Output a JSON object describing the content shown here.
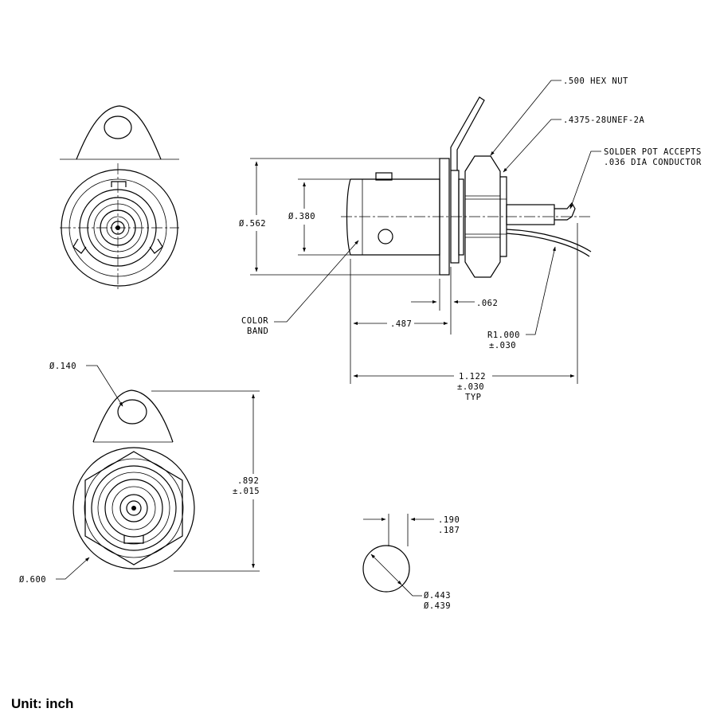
{
  "unit": "Unit: inch",
  "callouts": {
    "hex_nut": ".500 HEX NUT",
    "thread": ".4375-28UNEF-2A",
    "solder_pot_1": "SOLDER POT ACCEPTS",
    "solder_pot_2": ".036 DIA CONDUCTOR",
    "color_band_1": "COLOR",
    "color_band_2": "BAND"
  },
  "dimensions": {
    "body_dia": "Ø.562",
    "bore_dia": "Ø.380",
    "flange_thick": ".062",
    "body_len": ".487",
    "radius_1": "R1.000",
    "radius_2": "±.030",
    "overall_1": "1.122",
    "overall_2": "±.030",
    "overall_3": "TYP",
    "hole_dia": "Ø.140",
    "height_1": ".892",
    "height_2": "±.015",
    "outer_dia": "Ø.600",
    "flat_1": ".190",
    "flat_2": ".187",
    "cut_dia_1": "Ø.443",
    "cut_dia_2": "Ø.439"
  }
}
